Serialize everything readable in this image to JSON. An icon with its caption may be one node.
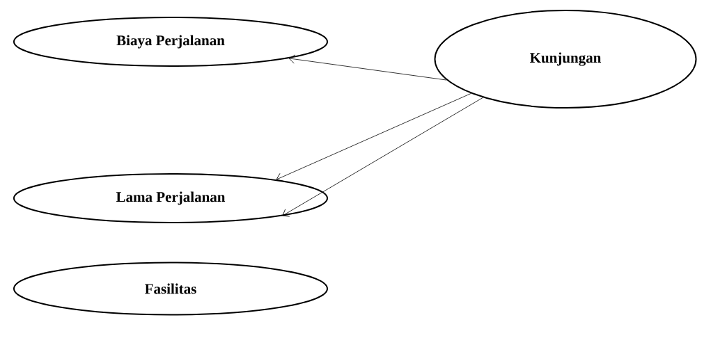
{
  "diagram": {
    "nodes": [
      {
        "text": [
          "Biaya Perjalanan"
        ]
      },
      {
        "text": [
          "Kunjungan"
        ]
      },
      {
        "text": [
          "Lama Perjalanan"
        ]
      },
      {
        "text": [
          "Fasilitas"
        ]
      }
    ],
    "edges": [
      {
        "from": 1,
        "to": 0,
        "arrow": "to"
      },
      {
        "from": 1,
        "to": 2,
        "arrow": "to"
      },
      {
        "from": 1,
        "to": 2,
        "arrow": "to"
      }
    ]
  }
}
